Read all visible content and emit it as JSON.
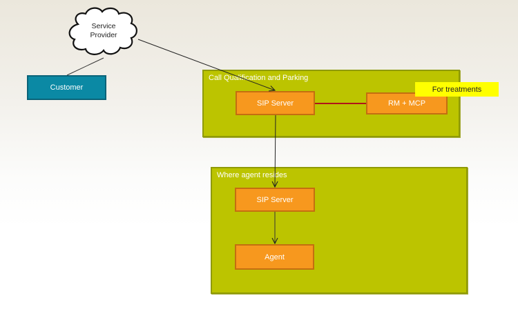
{
  "diagram": {
    "nodes": {
      "service_provider": {
        "label_line1": "Service",
        "label_line2": "Provider",
        "shape": "cloud"
      },
      "customer": {
        "label": "Customer"
      },
      "sip_server_parking": {
        "label": "SIP Server"
      },
      "rm_mcp": {
        "label": "RM + MCP"
      },
      "sip_server_agent": {
        "label": "SIP Server"
      },
      "agent": {
        "label": "Agent"
      }
    },
    "containers": {
      "call_qualification": {
        "label": "Call Qualification and Parking"
      },
      "agent_site": {
        "label": "Where agent resides"
      }
    },
    "note": {
      "label": "For treatments"
    },
    "edges": [
      {
        "from": "customer",
        "to": "service_provider",
        "style": "line"
      },
      {
        "from": "service_provider",
        "to": "sip_server_parking",
        "style": "arrow"
      },
      {
        "from": "sip_server_parking",
        "to": "rm_mcp",
        "style": "line",
        "color": "#b0141a"
      },
      {
        "from": "sip_server_parking",
        "to": "sip_server_agent",
        "style": "arrow"
      },
      {
        "from": "sip_server_agent",
        "to": "agent",
        "style": "arrow"
      }
    ],
    "colors": {
      "container_fill": "#bcc400",
      "node_fill": "#f7981e",
      "customer_fill": "#0b89a4",
      "note_fill": "#ffff00",
      "link_red": "#b0141a"
    }
  }
}
